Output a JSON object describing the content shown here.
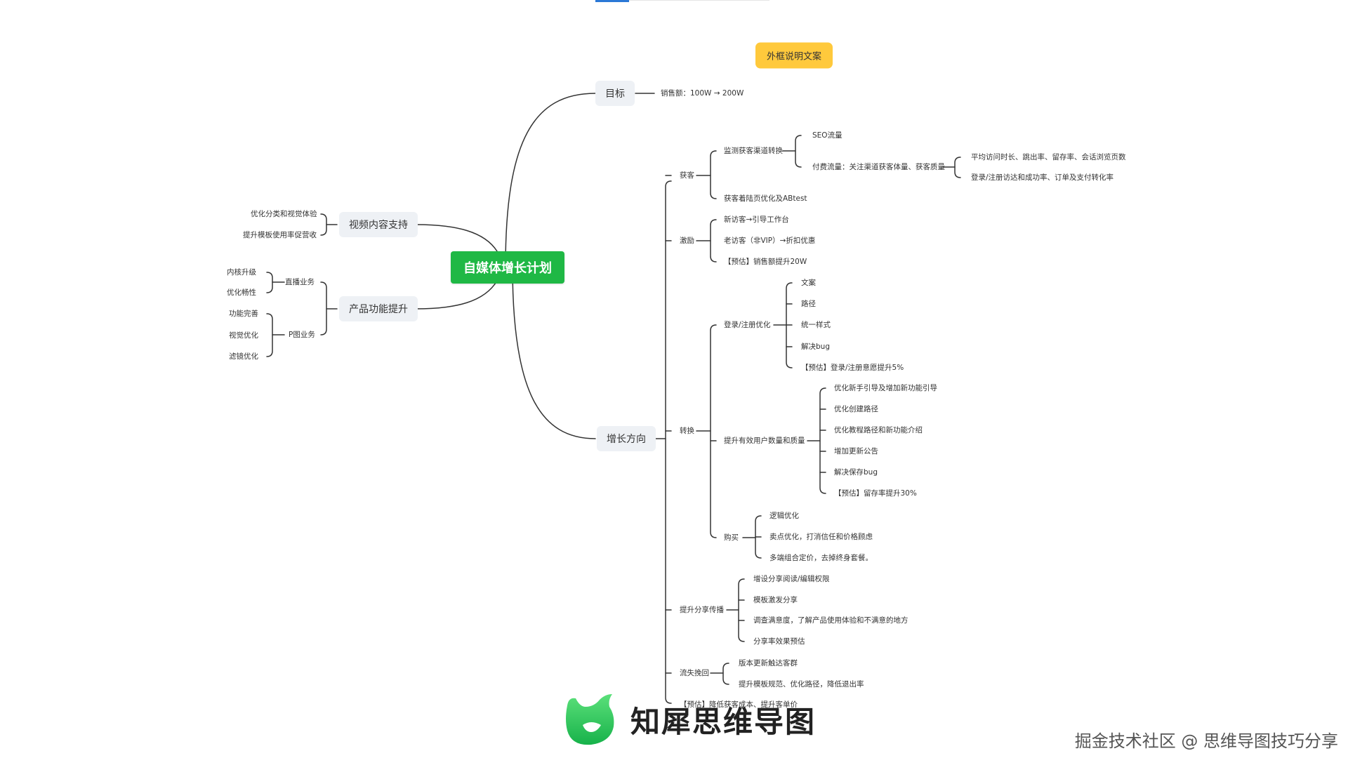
{
  "root": {
    "label": "自媒体增长计划"
  },
  "callout": {
    "label": "外框说明文案"
  },
  "right": {
    "target": {
      "label": "目标",
      "value": "销售额：100W → 200W"
    },
    "growth": {
      "label": "增长方向",
      "acquire": {
        "label": "获客",
        "monitor": {
          "label": "监测获客渠道转换",
          "seo": "SEO流量",
          "paid": {
            "label": "付费流量：关注渠道获客体量、获客质量",
            "items": [
              "平均访问时长、跳出率、留存率、会话浏览页数",
              "登录/注册访达和成功率、订单及支付转化率"
            ]
          }
        },
        "landing": "获客着陆页优化及ABtest"
      },
      "incentive": {
        "label": "激励",
        "items": [
          "新访客→引导工作台",
          "老访客（非VIP）→折扣优惠",
          "【预估】销售额提升20W"
        ]
      },
      "convert": {
        "label": "转换",
        "login": {
          "label": "登录/注册优化",
          "items": [
            "文案",
            "路径",
            "统一样式",
            "解决bug",
            "【预估】登录/注册意愿提升5%"
          ]
        },
        "users": {
          "label": "提升有效用户数量和质量",
          "items": [
            "优化新手引导及增加新功能引导",
            "优化创建路径",
            "优化教程路径和新功能介绍",
            "增加更新公告",
            "解决保存bug",
            "【预估】留存率提升30%"
          ]
        },
        "buy": {
          "label": "购买",
          "items": [
            "逻辑优化",
            "卖点优化，打消信任和价格顾虑",
            "多端组合定价，去掉终身套餐。"
          ]
        }
      },
      "share": {
        "label": "提升分享传播",
        "items": [
          "增设分享阅读/编辑权限",
          "模板激发分享",
          "调查满意度，了解产品使用体验和不满意的地方",
          "分享率效果预估"
        ]
      },
      "churn": {
        "label": "流失挽回",
        "items": [
          "版本更新触达客群",
          "提升模板规范、优化路径，降低退出率"
        ]
      },
      "estimate": "【预估】降低获客成本、提升客单价"
    }
  },
  "left": {
    "video": {
      "label": "视频内容支持",
      "items": [
        "优化分类和视觉体验",
        "提升模板使用率促营收"
      ]
    },
    "product": {
      "label": "产品功能提升",
      "live": {
        "label": "直播业务",
        "items": [
          "内核升级",
          "优化畅性"
        ]
      },
      "p": {
        "label": "P图业务",
        "items": [
          "功能完善",
          "视觉优化",
          "滤镜优化"
        ]
      }
    }
  },
  "brand": {
    "name": "知犀思维导图",
    "icon": "rhino-logo-icon"
  },
  "watermark": "掘金技术社区 @ 思维导图技巧分享",
  "colors": {
    "root": "#1fb845",
    "callout": "#ffc93c",
    "line": "#333333",
    "chip": "#eef1f5"
  }
}
